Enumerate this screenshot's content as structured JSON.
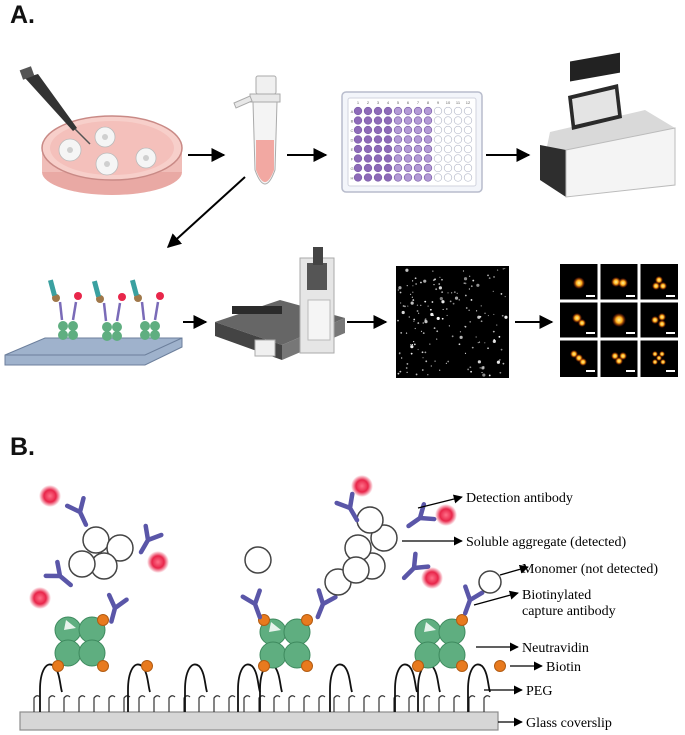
{
  "panels": {
    "a_label": "A.",
    "b_label": "B."
  },
  "annotations": {
    "detection_antibody": "Detection antibody",
    "soluble_aggregate": "Soluble aggregate (detected)",
    "monomer": "Monomer (not detected)",
    "biotinylated_line1": "Biotinylated",
    "biotinylated_line2": "capture antibody",
    "neutravidin": "Neutravidin",
    "biotin": "Biotin",
    "peg": "PEG",
    "glass_coverslip": "Glass coverslip"
  },
  "plate": {
    "column_labels": [
      "1",
      "2",
      "3",
      "4",
      "5",
      "6",
      "7",
      "8",
      "9",
      "10",
      "11",
      "12"
    ],
    "row_labels": [
      "A",
      "B",
      "C",
      "D",
      "E",
      "F",
      "G",
      "H"
    ]
  },
  "colors": {
    "antibody": "#5a56a8",
    "neutravidin": "#5fae80",
    "biotin": "#e87a1e",
    "fluorophore": "#e8264a",
    "dish_medium": "#f2b8b3",
    "well_filled": "#9a7bc4",
    "coverslip": "#d6d6d6"
  }
}
